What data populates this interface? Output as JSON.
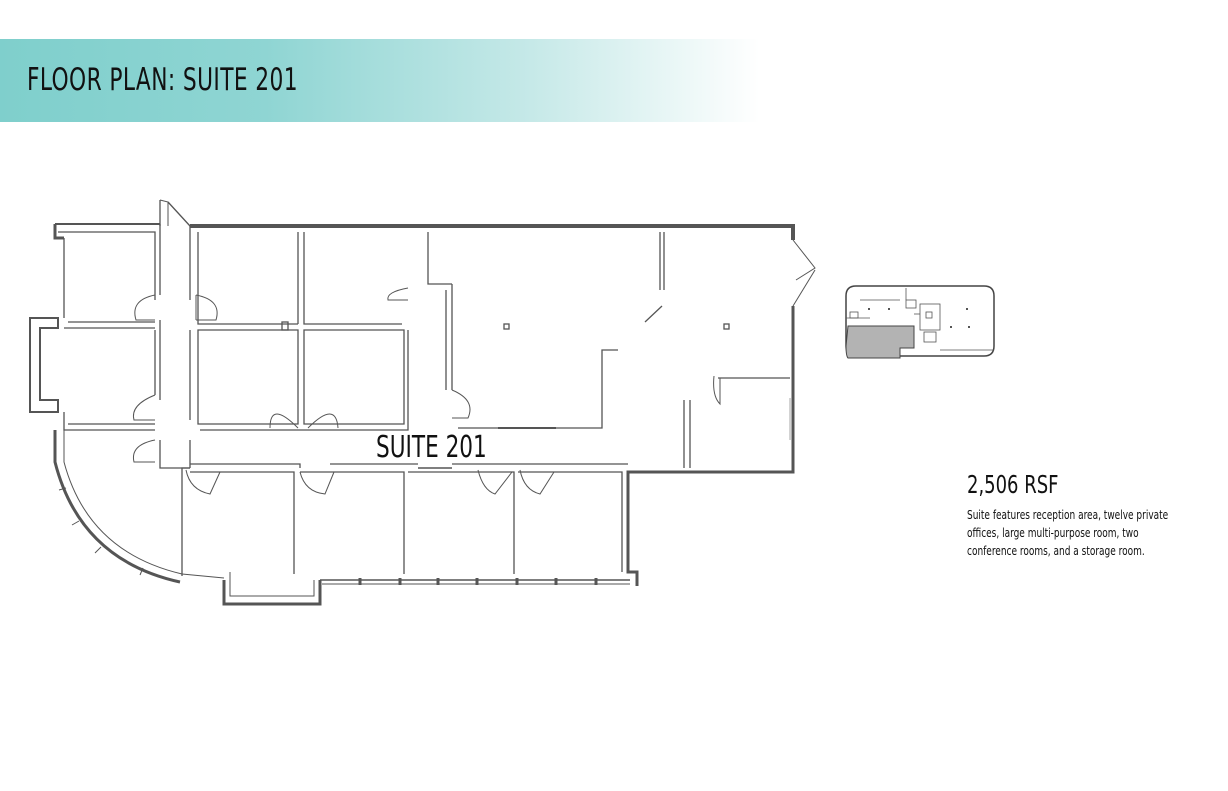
{
  "header": {
    "title": "FLOOR PLAN: SUITE 201",
    "band_color": "#7fcfcc"
  },
  "plan": {
    "suite_label": "SUITE 201",
    "wall_color": "#555555",
    "highlight_color": "#b3b3b3"
  },
  "details": {
    "area": "2,506 RSF",
    "description": "Suite features reception area, twelve private offices, large multi-purpose room, two conference rooms, and a storage room."
  }
}
